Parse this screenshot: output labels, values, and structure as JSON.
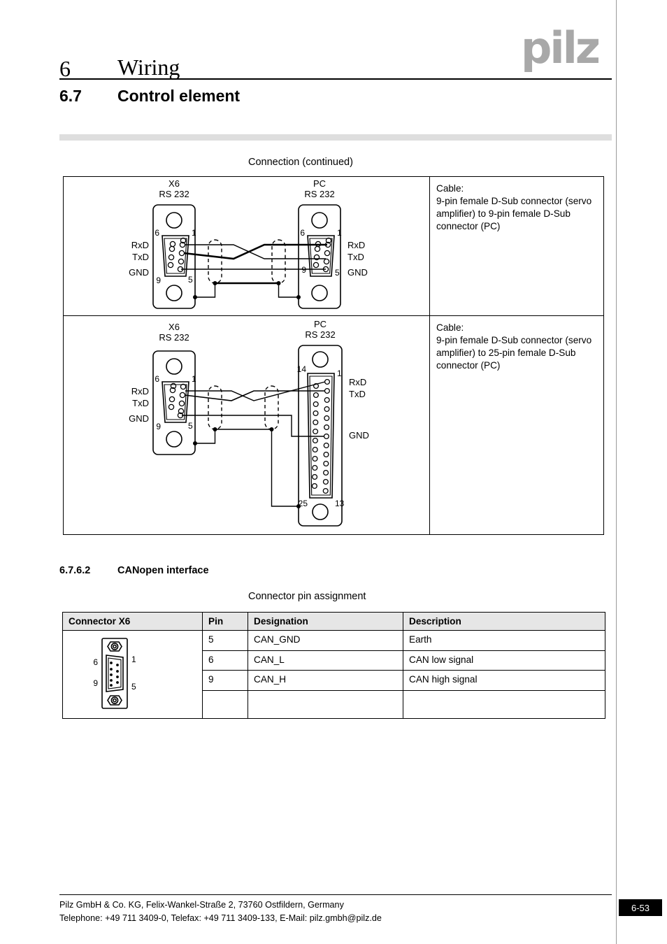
{
  "header": {
    "chapter_number": "6",
    "chapter_title": "Wiring",
    "logo_text": "pilz",
    "logo_color": "#a8a8a8"
  },
  "section": {
    "number": "6.7",
    "title": "Control element"
  },
  "captions": {
    "connection": "Connection (continued)",
    "pin_assignment": "Connector pin assignment"
  },
  "diagrams": [
    {
      "left_connector": {
        "title_line1": "X6",
        "title_line2": "RS 232",
        "type": "dsub-9-female",
        "pin_labels": {
          "top_left": "6",
          "top_right": "1",
          "bottom_left": "9",
          "bottom_right": "5"
        },
        "signals": [
          "RxD",
          "TxD",
          "GND"
        ]
      },
      "right_connector": {
        "title_line1": "PC",
        "title_line2": "RS 232",
        "type": "dsub-9-female",
        "pin_labels": {
          "top_left": "6",
          "top_right": "1",
          "bottom_left": "9",
          "bottom_right": "5"
        },
        "signals": [
          "RxD",
          "TxD",
          "GND"
        ]
      },
      "description": "Cable:\n9-pin female D-Sub connector (servo amplifier) to 9-pin female D-Sub connector (PC)"
    },
    {
      "left_connector": {
        "title_line1": "X6",
        "title_line2": "RS 232",
        "type": "dsub-9-female",
        "pin_labels": {
          "top_left": "6",
          "top_right": "1",
          "bottom_left": "9",
          "bottom_right": "5"
        },
        "signals": [
          "RxD",
          "TxD",
          "GND"
        ]
      },
      "right_connector": {
        "title_line1": "PC",
        "title_line2": "RS 232",
        "type": "dsub-25-female",
        "pin_labels": {
          "top_left": "14",
          "top_right": "1",
          "bottom_left": "25",
          "bottom_right": "13"
        },
        "signals": [
          "RxD",
          "TxD",
          "GND"
        ]
      },
      "description": "Cable:\n9-pin female D-Sub connector (servo amplifier) to 25-pin female D-Sub connector (PC)"
    }
  ],
  "subsection": {
    "number": "6.7.6.2",
    "title": "CANopen interface"
  },
  "pin_table": {
    "headers": [
      "Connector X6",
      "Pin",
      "Designation",
      "Description"
    ],
    "connector_graphic": {
      "type": "dsub-9-female-vertical",
      "labels": {
        "top_left": "6",
        "top_right": "1",
        "bottom_left": "9",
        "bottom_right": "5"
      }
    },
    "rows": [
      {
        "pin": "5",
        "designation": "CAN_GND",
        "description": "Earth"
      },
      {
        "pin": "6",
        "designation": "CAN_L",
        "description": "CAN low signal"
      },
      {
        "pin": "9",
        "designation": "CAN_H",
        "description": "CAN high signal"
      },
      {
        "pin": "",
        "designation": "",
        "description": ""
      }
    ]
  },
  "footer": {
    "line1": "Pilz GmbH & Co. KG, Felix-Wankel-Straße 2, 73760 Ostfildern, Germany",
    "line2": "Telephone: +49 711 3409-0, Telefax: +49 711 3409-133, E-Mail: pilz.gmbh@pilz.de",
    "page_number": "6-53"
  }
}
